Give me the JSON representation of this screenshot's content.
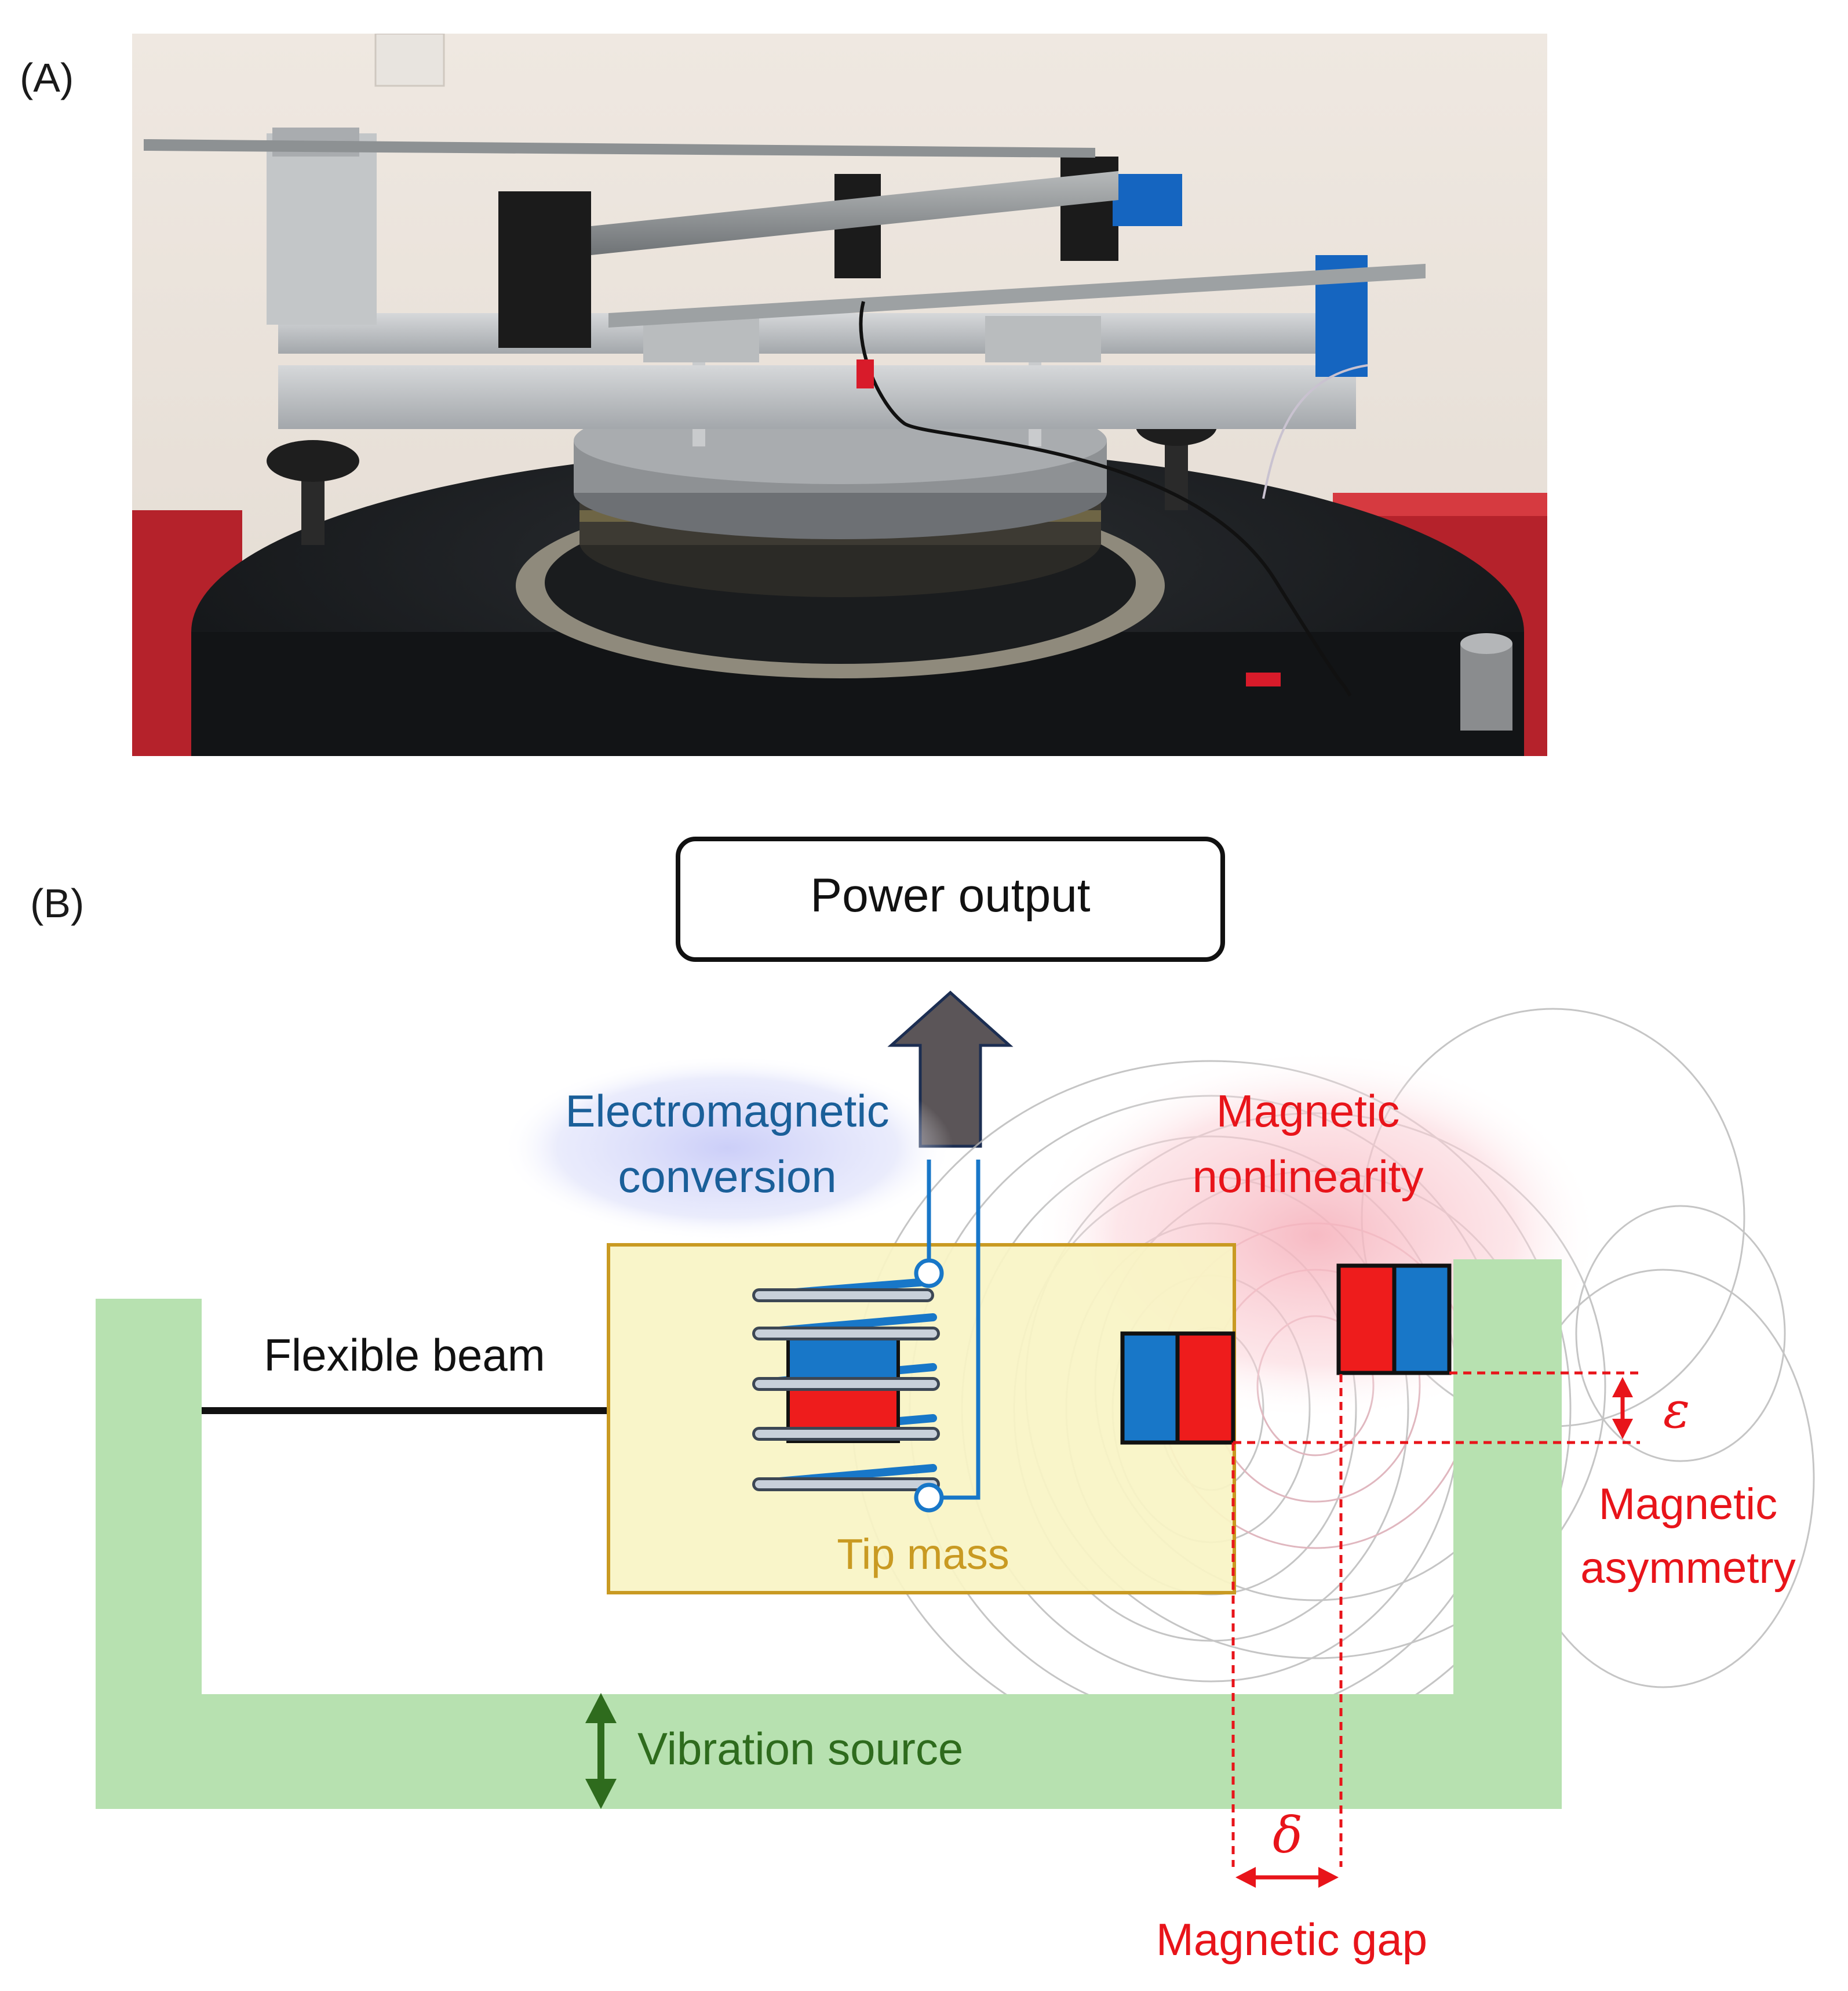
{
  "panel_a": {
    "label": "(A)"
  },
  "panel_b": {
    "label": "(B)",
    "power_output": "Power output",
    "em_conversion_line1": "Electromagnetic",
    "em_conversion_line2": "conversion",
    "mag_nonlinearity_line1": "Magnetic",
    "mag_nonlinearity_line2": "nonlinearity",
    "flexible_beam": "Flexible beam",
    "tip_mass": "Tip mass",
    "epsilon": "ε",
    "mag_asymmetry_line1": "Magnetic",
    "mag_asymmetry_line2": "asymmetry",
    "vibration_source": "Vibration source",
    "delta": "δ",
    "magnetic_gap": "Magnetic gap"
  },
  "colors": {
    "frame_green": "#b7e1b0",
    "tip_mass_fill": "#f9f4c4",
    "tip_mass_stroke": "#c99a22",
    "magnet_blue": "#1877c8",
    "magnet_red": "#ee1c1c",
    "label_blue": "#1a5f99",
    "label_red": "#e8141a",
    "label_green": "#2e6b1d",
    "label_gold": "#c99a22",
    "arrow_gray": "#5b5558",
    "arrow_outline": "#1c2e52"
  }
}
